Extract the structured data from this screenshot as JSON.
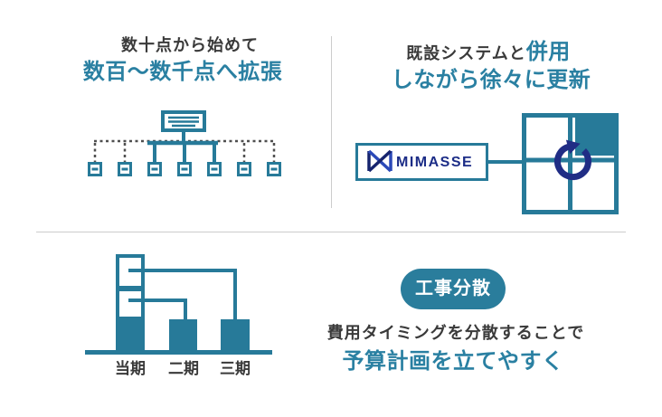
{
  "colors": {
    "teal_shape": "#277a99",
    "teal_text": "#2a80a2",
    "badge_bg": "#2a7d9c",
    "dark_text": "#3a3a3a",
    "navy": "#202d85",
    "logo_blue_light": "#2b49b8",
    "logo_blue_dark": "#16246e",
    "dotted_gray": "#4f4f4f",
    "divider_gray": "#cccccc",
    "white": "#ffffff"
  },
  "expand_panel": {
    "line1": "数十点から始めて",
    "line2": "数百〜数千点へ拡張"
  },
  "coexist_panel": {
    "line1_dark": "既設システムと",
    "line1_accent": "併用",
    "line2": "しながら徐々に更新",
    "logo_text": "MIMASSE"
  },
  "phase_panel": {
    "labels": [
      "当期",
      "二期",
      "三期"
    ]
  },
  "budget_panel": {
    "badge_label": "工事分散",
    "line1": "費用タイミングを分散することで",
    "line2": "予算計画を立てやすく"
  },
  "icons": {
    "server-icon": "rectangle-with-lines",
    "device-node-icon": "small-square-with-dash",
    "rotation-icon": "circular-clockwise-arrow",
    "bowtie-logo-icon": "double-triangle-bowtie"
  },
  "chart_data": {
    "type": "bar",
    "categories": [
      "当期",
      "二期",
      "三期"
    ],
    "series": [
      {
        "name": "filled-cost",
        "values": [
          1,
          1,
          1
        ]
      },
      {
        "name": "outlined-deferred-cost-stacked-on-first-bar",
        "values": [
          2,
          0,
          0
        ]
      }
    ],
    "ylim": [
      0,
      3
    ],
    "title": "",
    "xlabel": "",
    "ylabel": "",
    "legend": false,
    "note_visual": "first bar shows 1 filled unit + 2 outlined units; outlined units connect by lines to the tops of bars 2 and 3"
  }
}
